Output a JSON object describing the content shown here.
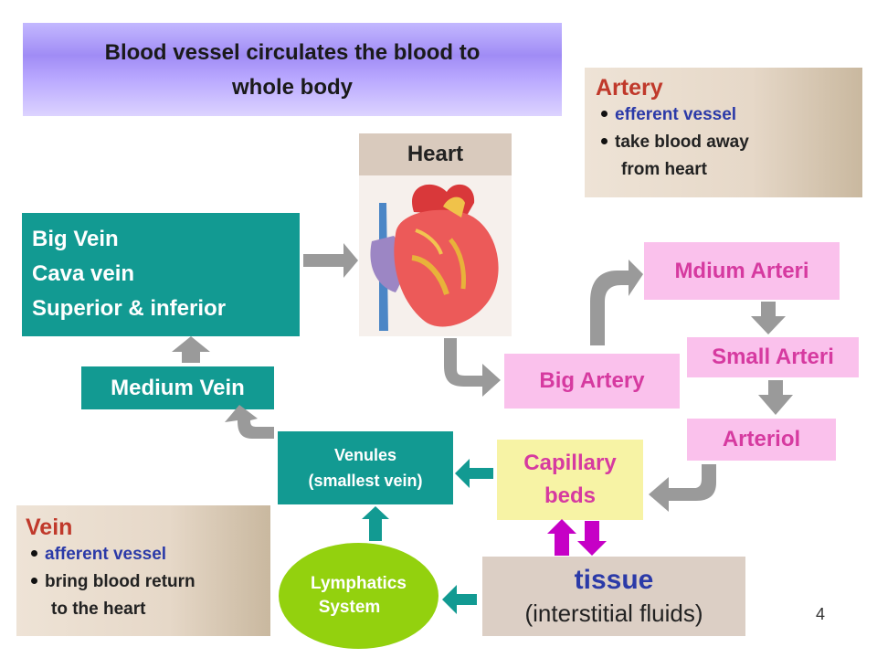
{
  "title": {
    "line1": "Blood vessel circulates the blood to",
    "line2": "whole body"
  },
  "artery_note": {
    "heading": "Artery",
    "items": [
      "efferent vessel",
      "take blood away",
      "from heart"
    ]
  },
  "vein_note": {
    "heading": "Vein",
    "items": [
      "afferent vessel",
      "bring blood return",
      "to the heart"
    ]
  },
  "heart": {
    "label": "Heart"
  },
  "big_vein": {
    "line1": "Big Vein",
    "line2": "Cava vein",
    "line3": "Superior & inferior"
  },
  "medium_vein": {
    "label": "Medium Vein"
  },
  "venules": {
    "line1": "Venules",
    "line2": "(smallest vein)"
  },
  "big_artery": {
    "label": "Big Artery"
  },
  "medium_artery": {
    "label": "Mdium Arteri"
  },
  "small_artery": {
    "label": "Small Arteri"
  },
  "arteriol": {
    "label": "Arteriol"
  },
  "capillary": {
    "line1": "Capillary",
    "line2": "beds"
  },
  "tissue": {
    "line1": "tissue",
    "line2": "(interstitial fluids)"
  },
  "lymphatics": {
    "line1": "Lymphatics",
    "line2": "System"
  },
  "page_number": "4",
  "colors": {
    "teal": "#129a92",
    "pink_box": "#fac1ec",
    "pink_text": "#d63aa0",
    "yellow_box": "#f7f3a5",
    "lymph_green": "#93d10e",
    "magenta_arrow": "#c600c6",
    "gray_arrow": "#9a9a9a",
    "note_heading": "#c0392b",
    "note_blue": "#2b3aa8"
  }
}
